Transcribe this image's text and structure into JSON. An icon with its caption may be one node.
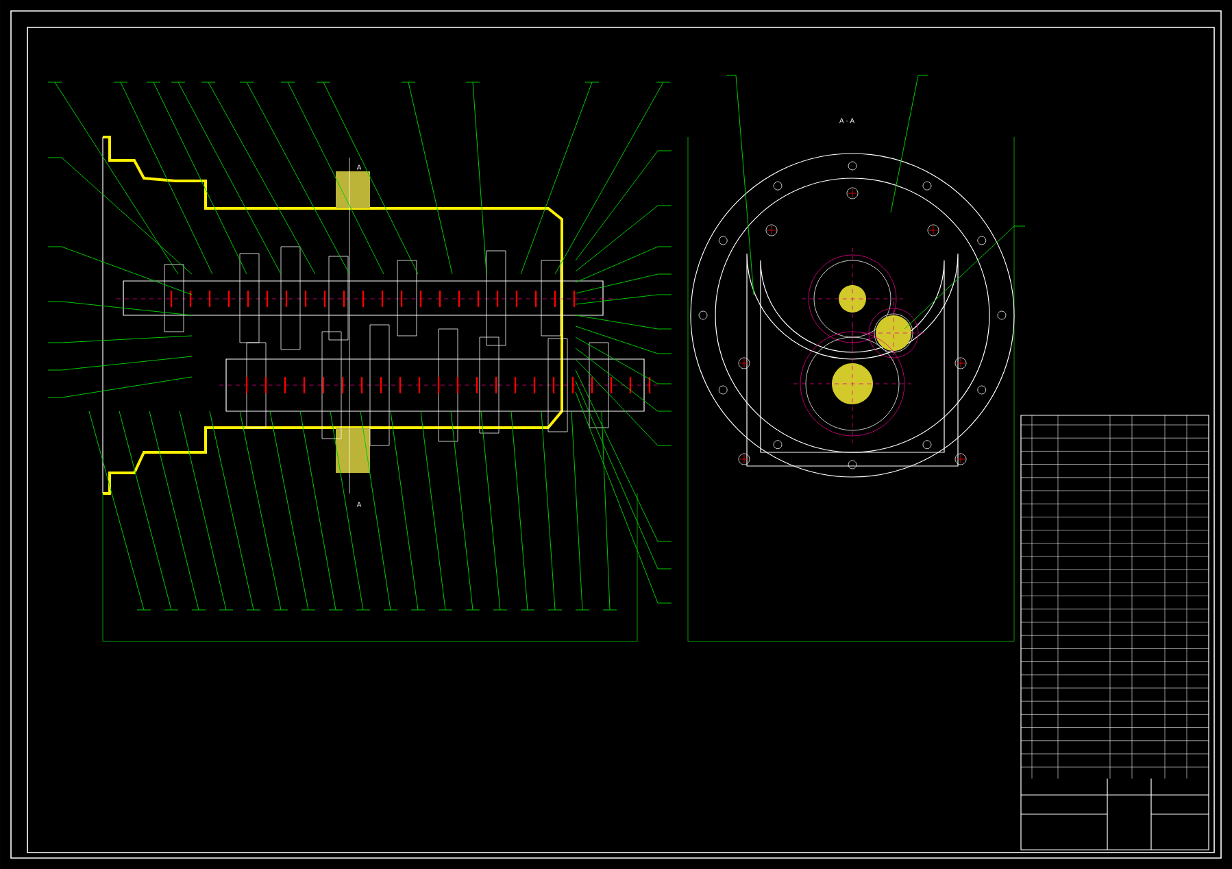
{
  "diagram": {
    "labels": [
      "A - A",
      "A",
      "A"
    ]
  }
}
